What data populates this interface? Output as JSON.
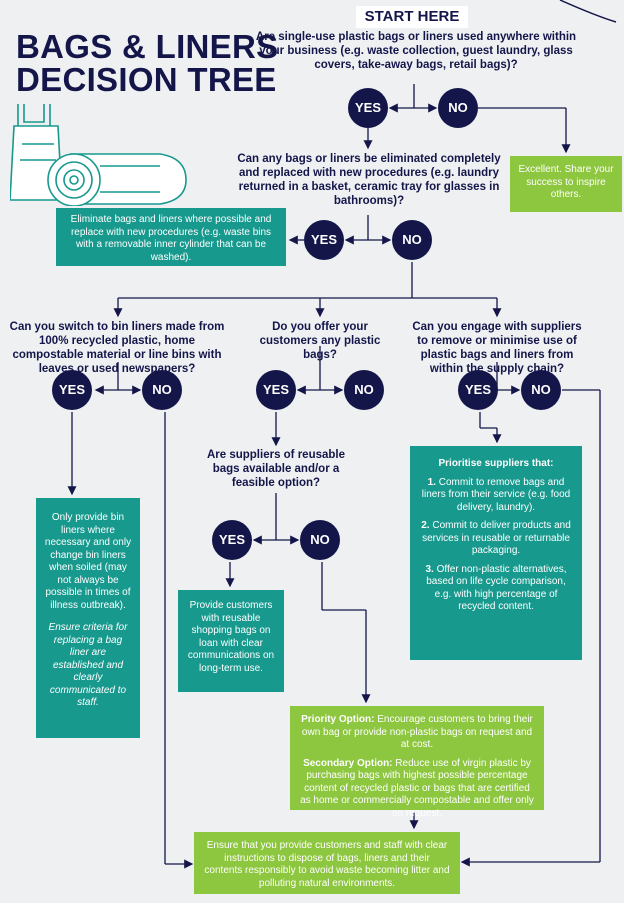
{
  "title": {
    "line1": "BAGS & LINERS",
    "line2": "DECISION TREE"
  },
  "start": "START HERE",
  "q1": "Are single-use plastic bags or liners used anywhere within your business (e.g. waste collection, guest laundry, glass covers, take-away bags, retail bags)?",
  "q2": "Can any bags or liners be eliminated completely and replaced with new procedures (e.g. laundry returned in a basket, ceramic tray for glasses in bathrooms)?",
  "q3": "Can you switch to bin liners made from 100% recycled plastic, home compostable material or line bins with leaves or used newspapers?",
  "q4": "Do you offer your customers any plastic bags?",
  "q5": "Can you engage with suppliers to remove or minimise use of plastic bags and liners from within the supply chain?",
  "q6": "Are suppliers of reusable bags available and/or a feasible option?",
  "yes": "YES",
  "no": "NO",
  "excellent": "Excellent. Share your success to inspire others.",
  "eliminate": "Eliminate bags and liners where possible and replace with new procedures (e.g. waste bins with a removable inner cylinder that can be washed).",
  "only_provide": "Only provide bin liners where necessary and only change bin liners when soiled (may not always be possible in times of illness outbreak).",
  "ensure_criteria": "Ensure criteria for replacing a bag liner are established and clearly communicated to staff.",
  "reusable": "Provide customers with reusable shopping bags on loan with clear communications on long-term use.",
  "prioritise": {
    "heading": "Prioritise suppliers that:",
    "items": [
      {
        "num": "1.",
        "text": "Commit to remove bags and liners from their service (e.g. food delivery, laundry)."
      },
      {
        "num": "2.",
        "text": "Commit to deliver products and services in reusable or returnable packaging."
      },
      {
        "num": "3.",
        "text": "Offer non-plastic alternatives, based on life cycle comparison, e.g. with high percentage of recycled content."
      }
    ]
  },
  "priority": {
    "label1": "Priority Option:",
    "text1": "Encourage customers to bring their own bag or provide non-plastic bags on request and at cost.",
    "label2": "Secondary Option:",
    "text2": "Reduce use of virgin plastic by purchasing bags with highest possible percentage content of recycled plastic or bags that are certified as home or commercially compostable and offer only on request."
  },
  "final": "Ensure that you provide customers and staff with clear instructions to dispose of bags, liners and their contents responsibly to avoid waste becoming litter and polluting natural environments.",
  "colors": {
    "navy": "#14164a",
    "teal": "#17998d",
    "green": "#8dc63f",
    "background": "#eef0f2"
  }
}
